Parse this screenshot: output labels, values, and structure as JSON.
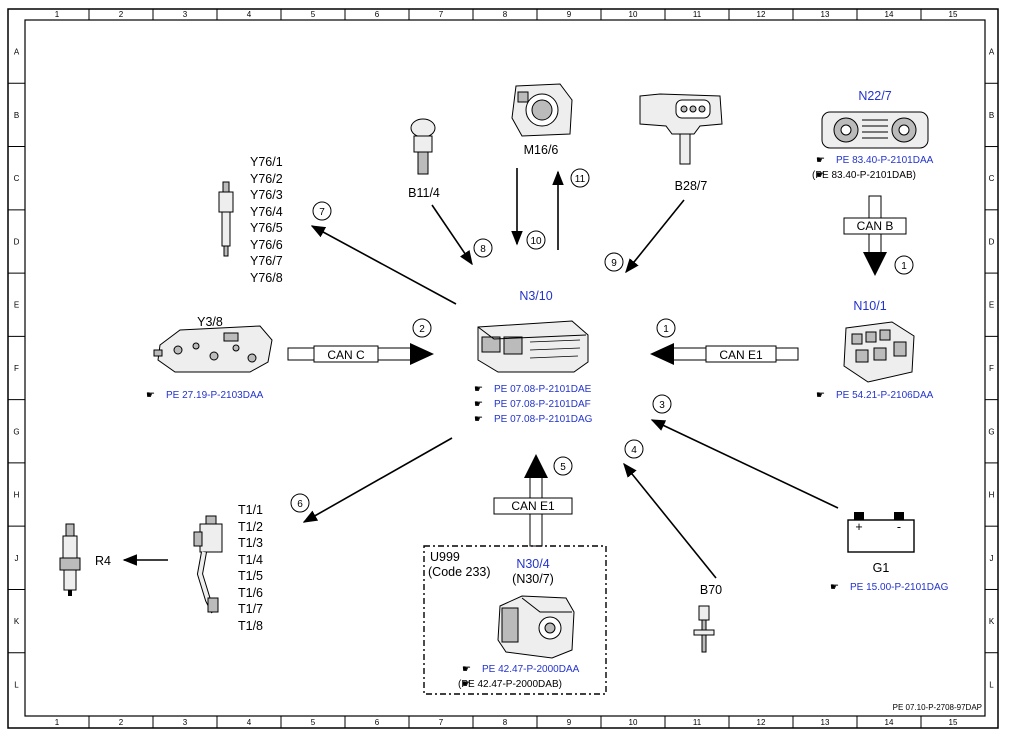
{
  "grid": {
    "columns": [
      "1",
      "2",
      "3",
      "4",
      "5",
      "6",
      "7",
      "8",
      "9",
      "10",
      "11",
      "12",
      "13",
      "14",
      "15"
    ],
    "rows": [
      "A",
      "B",
      "C",
      "D",
      "E",
      "F",
      "G",
      "H",
      "J",
      "K",
      "L"
    ]
  },
  "doc_id": "PE 07.10-P-2708-97DAP",
  "center": {
    "code": "N3/10",
    "refs": [
      "PE 07.08-P-2101DAE",
      "PE 07.08-P-2101DAF",
      "PE 07.08-P-2101DAG"
    ]
  },
  "components": {
    "y3_8": {
      "code": "Y3/8",
      "ref": "PE 27.19-P-2103DAA"
    },
    "y76": {
      "codes": [
        "Y76/1",
        "Y76/2",
        "Y76/3",
        "Y76/4",
        "Y76/5",
        "Y76/6",
        "Y76/7",
        "Y76/8"
      ]
    },
    "b11_4": {
      "code": "B11/4"
    },
    "m16_6": {
      "code": "M16/6"
    },
    "b28_7": {
      "code": "B28/7"
    },
    "n22_7": {
      "code": "N22/7",
      "ref": "PE 83.40-P-2101DAA",
      "ref_alt": "(PE 83.40-P-2101DAB)"
    },
    "n10_1": {
      "code": "N10/1",
      "ref": "PE 54.21-P-2106DAA"
    },
    "g1": {
      "code": "G1",
      "ref": "PE 15.00-P-2101DAG",
      "plus": "+",
      "minus": "-"
    },
    "b70": {
      "code": "B70"
    },
    "u999": {
      "code": "U999",
      "note": "(Code 233)",
      "n30_4": "N30/4",
      "n30_7": "(N30/7)",
      "ref": "PE 42.47-P-2000DAA",
      "ref_alt": "(PE 42.47-P-2000DAB)"
    },
    "t1": {
      "codes": [
        "T1/1",
        "T1/2",
        "T1/3",
        "T1/4",
        "T1/5",
        "T1/6",
        "T1/7",
        "T1/8"
      ]
    },
    "r4": {
      "code": "R4"
    }
  },
  "buses": {
    "can_c": "CAN C",
    "can_e1_right": "CAN E1",
    "can_e1_bottom": "CAN E1",
    "can_b": "CAN B"
  },
  "signals": {
    "n1": "1",
    "n1b": "1",
    "n2": "2",
    "n3": "3",
    "n4": "4",
    "n5": "5",
    "n6": "6",
    "n7": "7",
    "n8": "8",
    "n9": "9",
    "n10": "10",
    "n11": "11"
  }
}
